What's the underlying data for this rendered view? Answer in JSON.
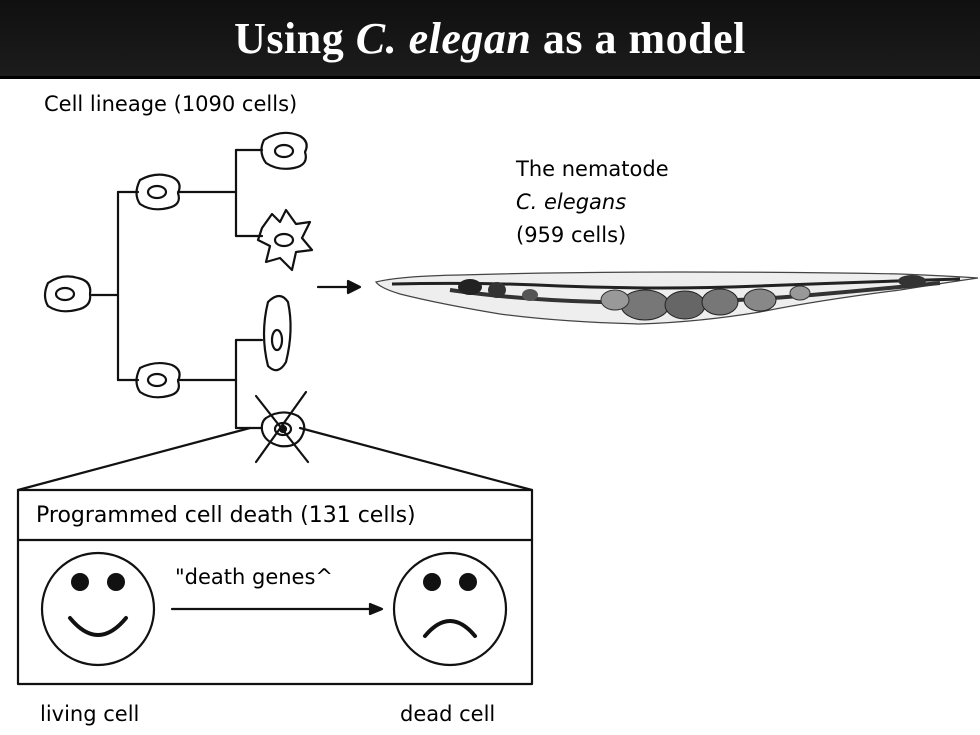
{
  "title": {
    "prefix": "Using ",
    "italic": "C. elegan",
    "suffix": " as a model"
  },
  "lineage_label": "Cell lineage (1090 cells)",
  "nematode": {
    "line1": "The nematode",
    "line2": "C. elegans",
    "line3": "(959 cells)"
  },
  "death_box": {
    "title": "Programmed cell death (131 cells)",
    "arrow_label": "\"death genes^",
    "living_label": "living cell",
    "dead_label": "dead cell"
  }
}
